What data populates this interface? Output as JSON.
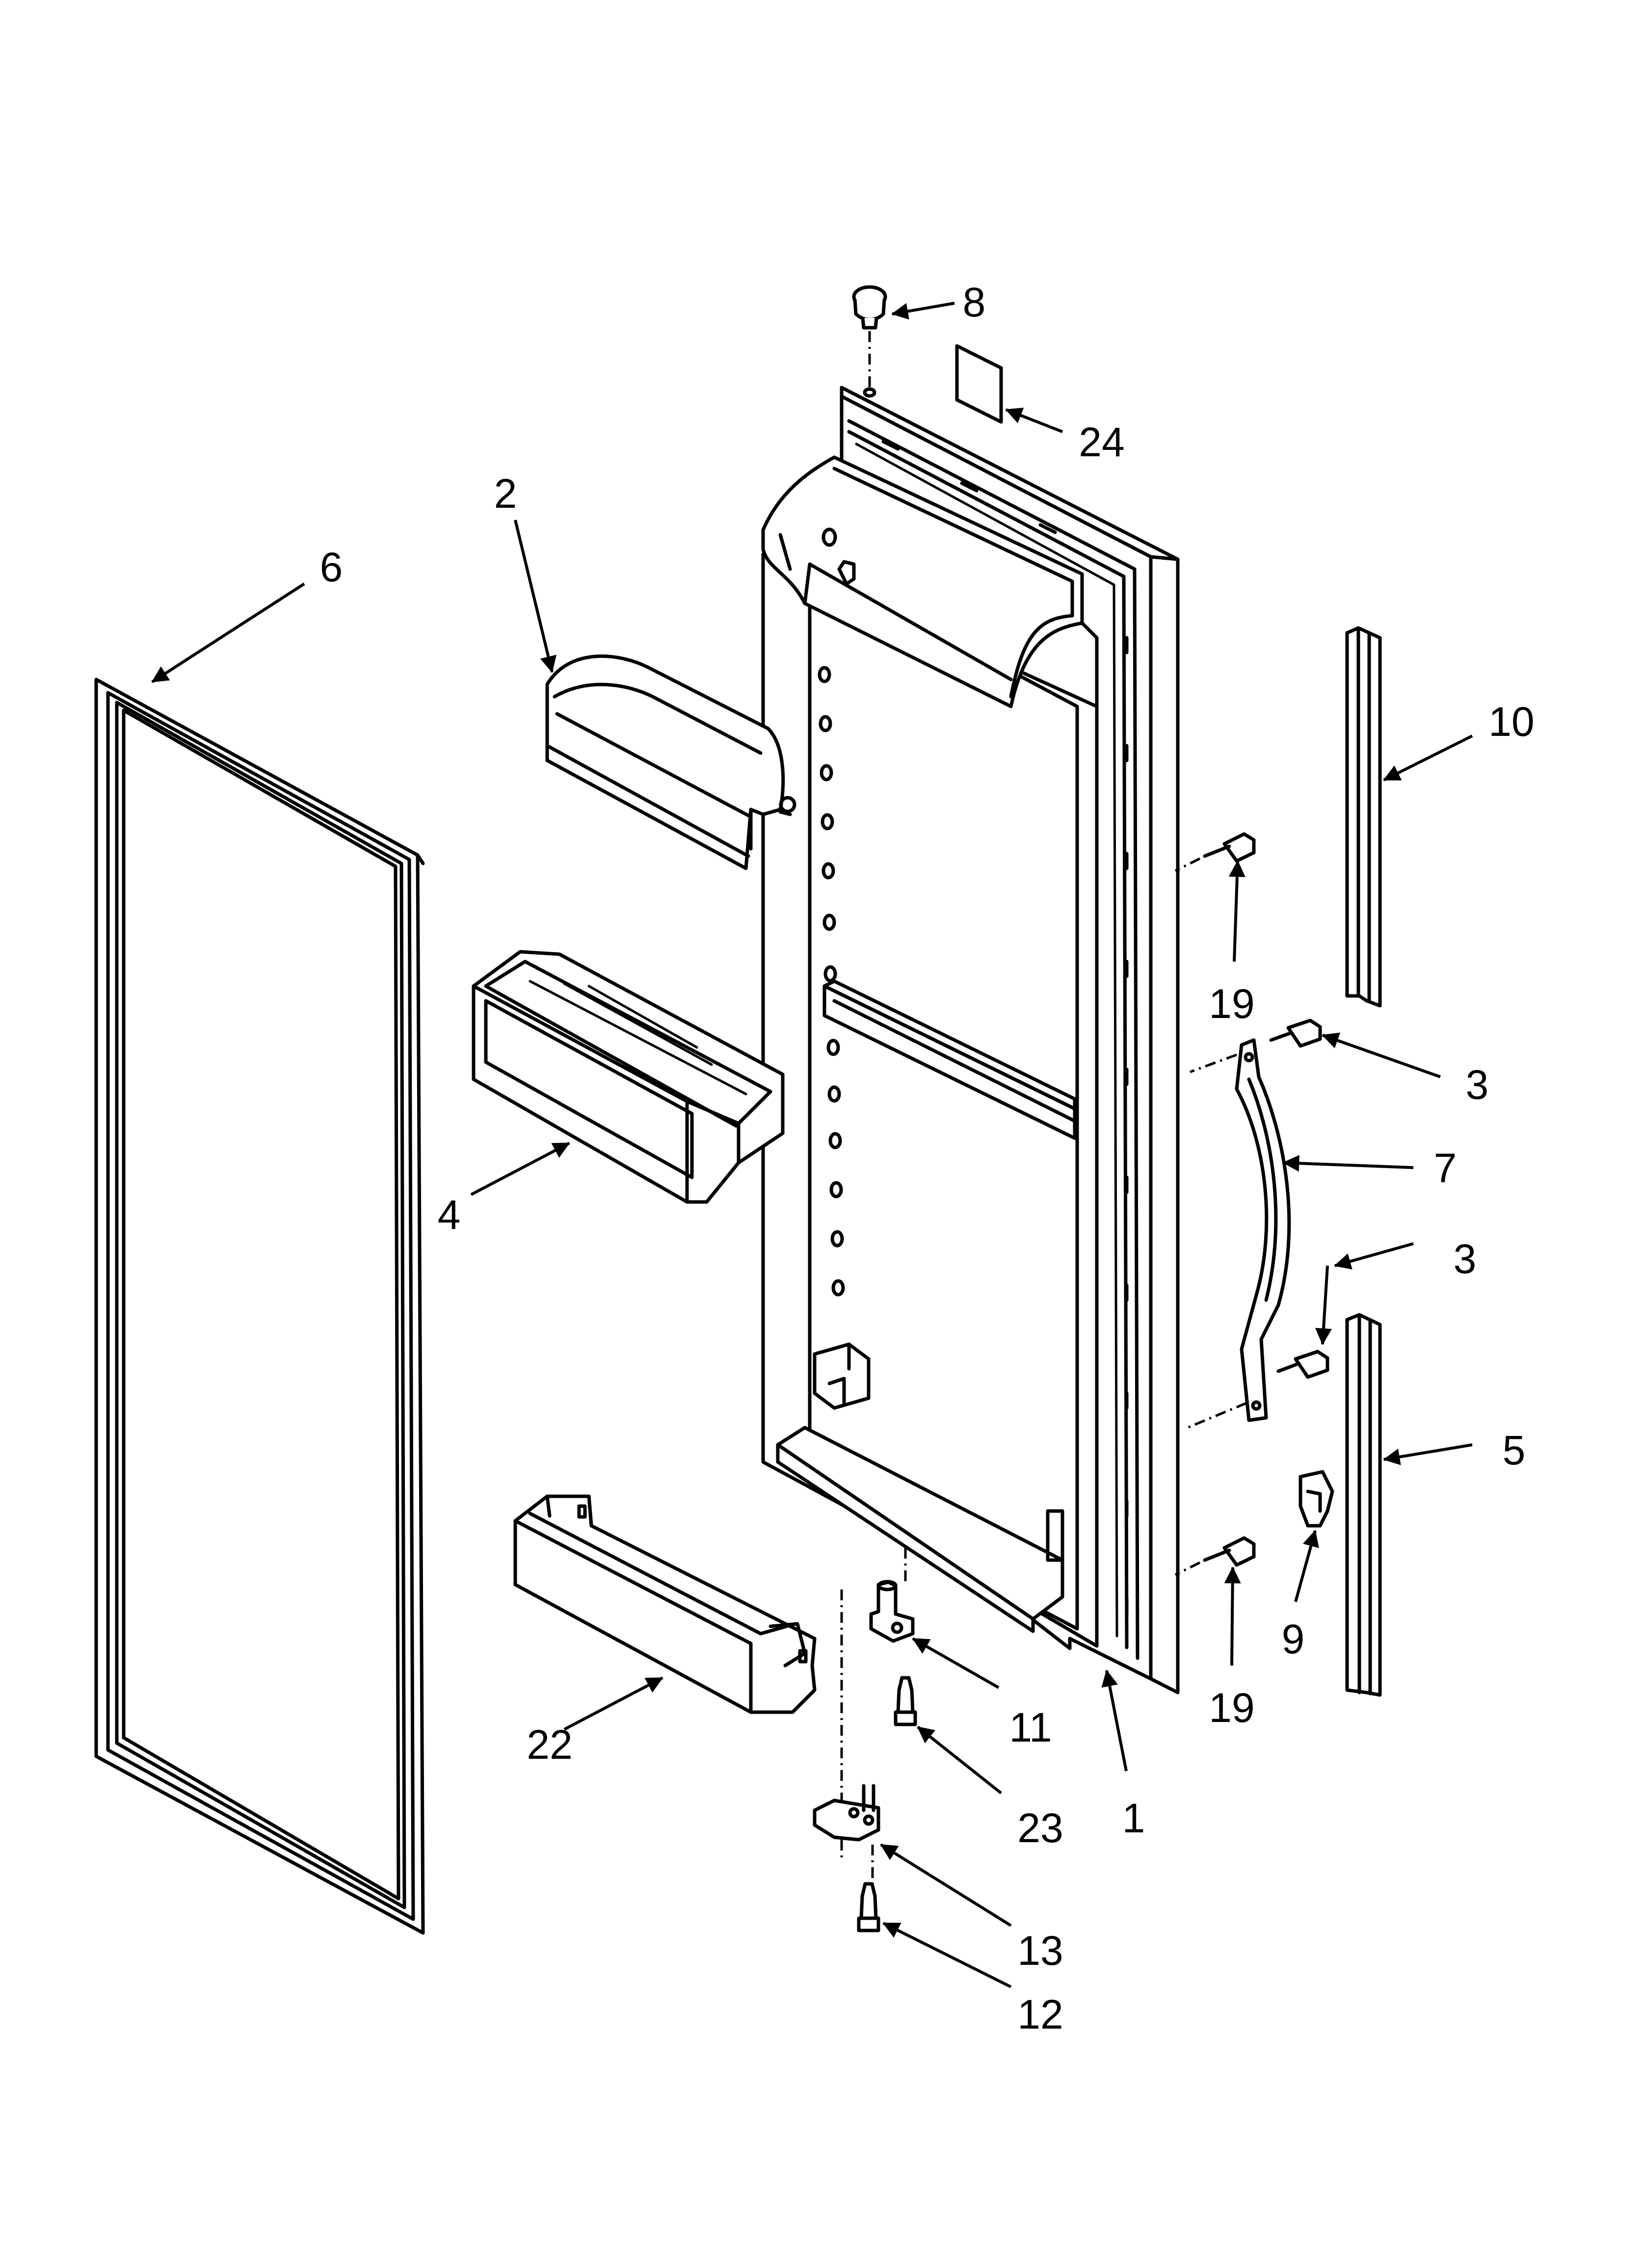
{
  "diagram": {
    "callouts": [
      {
        "id": "c8",
        "label": "8"
      },
      {
        "id": "c24",
        "label": "24"
      },
      {
        "id": "c2",
        "label": "2"
      },
      {
        "id": "c6",
        "label": "6"
      },
      {
        "id": "c10",
        "label": "10"
      },
      {
        "id": "c19a",
        "label": "19"
      },
      {
        "id": "c3a",
        "label": "3"
      },
      {
        "id": "c7",
        "label": "7"
      },
      {
        "id": "c3b",
        "label": "3"
      },
      {
        "id": "c4",
        "label": "4"
      },
      {
        "id": "c5",
        "label": "5"
      },
      {
        "id": "c9",
        "label": "9"
      },
      {
        "id": "c19b",
        "label": "19"
      },
      {
        "id": "c11",
        "label": "11"
      },
      {
        "id": "c22",
        "label": "22"
      },
      {
        "id": "c23",
        "label": "23"
      },
      {
        "id": "c1",
        "label": "1"
      },
      {
        "id": "c13",
        "label": "13"
      },
      {
        "id": "c12",
        "label": "12"
      }
    ]
  }
}
